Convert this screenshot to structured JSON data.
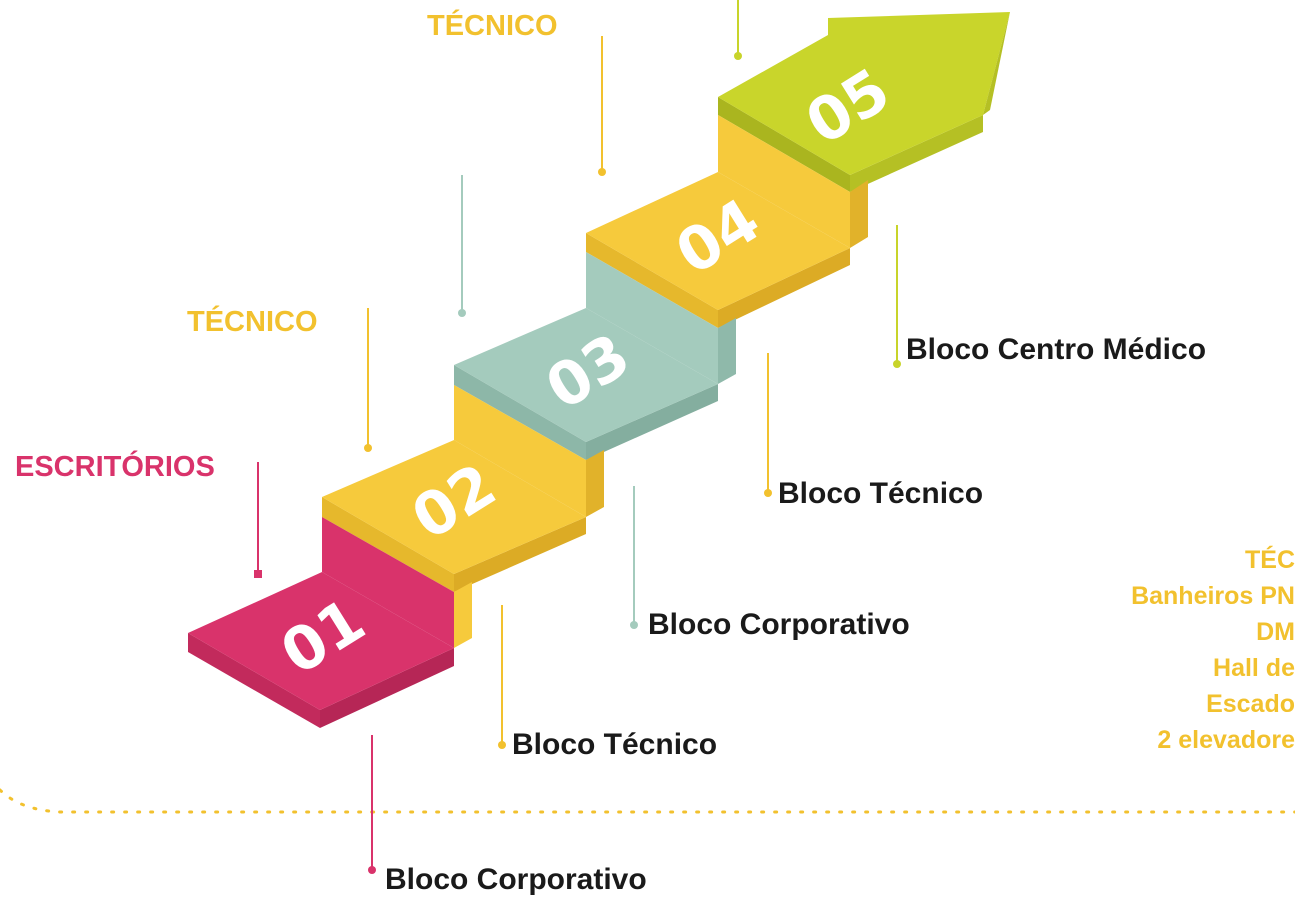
{
  "colors": {
    "pink": "#d9336b",
    "yellow": "#f2c12e",
    "teal": "#a4cbbd",
    "lime": "#c8d42a",
    "text": "#1a1a1a"
  },
  "steps": [
    {
      "number": "01",
      "color": "pink"
    },
    {
      "number": "02",
      "color": "yellow"
    },
    {
      "number": "03",
      "color": "teal"
    },
    {
      "number": "04",
      "color": "yellow"
    },
    {
      "number": "05",
      "color": "lime"
    }
  ],
  "block_labels": {
    "bottom_1": "Bloco Corporativo",
    "bottom_2": "Bloco Técnico",
    "mid_3": "Bloco Corporativo",
    "mid_4": "Bloco Técnico",
    "right_5": "Bloco Centro Médico"
  },
  "category_labels": {
    "escritorios": "ESCRITÓRIOS",
    "tecnico_mid": "TÉCNICO",
    "tecnico_top": "TÉCNICO"
  },
  "description_lines": [
    "TÉC",
    "Banheiros PN",
    "DM",
    "Hall de",
    "Escado",
    "2 elevadore"
  ]
}
